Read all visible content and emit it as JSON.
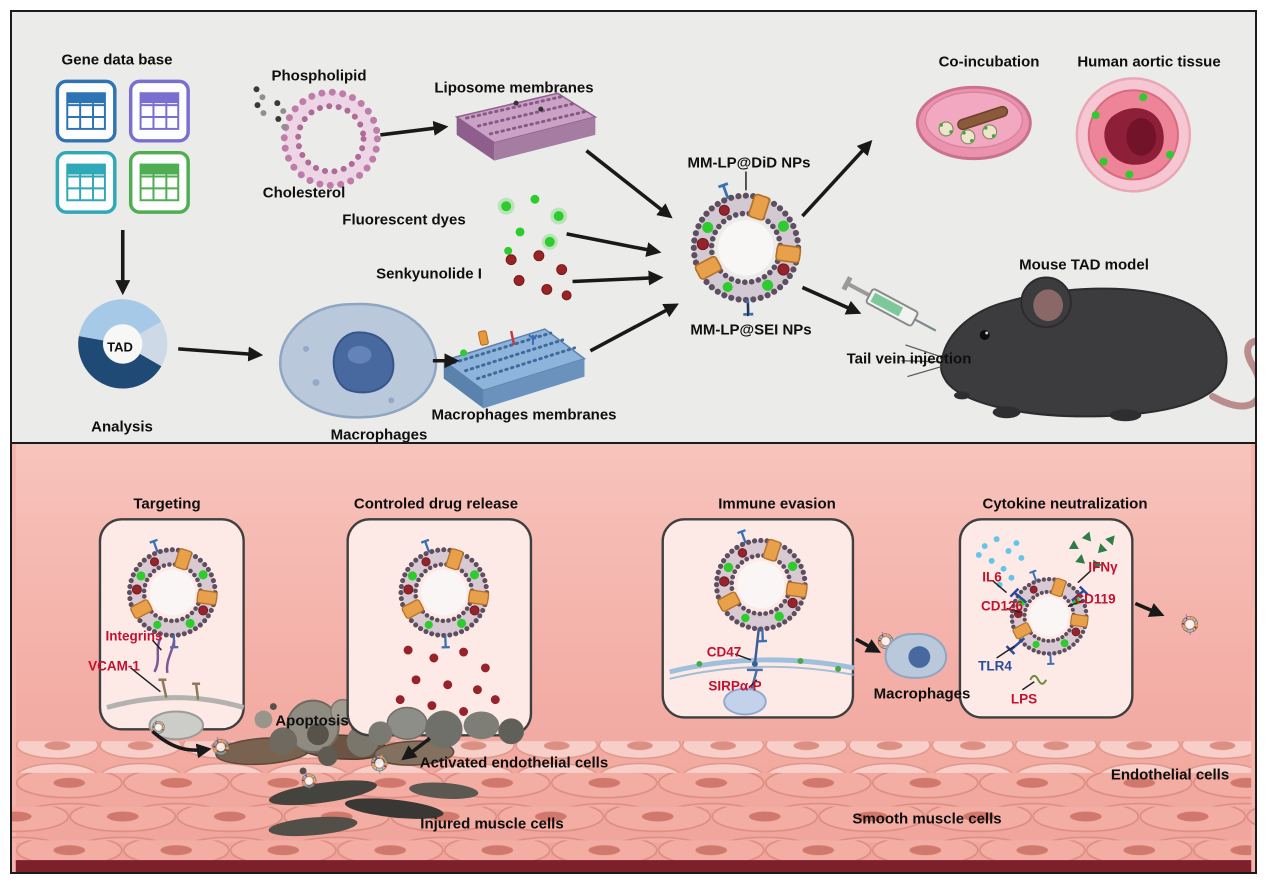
{
  "top": {
    "gene_database": "Gene data base",
    "analysis": "Analysis",
    "tad": "TAD",
    "macrophages": "Macrophages",
    "macrophages_membranes": "Macrophages membranes",
    "phospholipid": "Phospholipid",
    "cholesterol": "Cholesterol",
    "liposome_membranes": "Liposome membranes",
    "fluorescent_dyes": "Fluorescent dyes",
    "senkyunolide": "Senkyunolide I",
    "np_did": "MM-LP@DiD NPs",
    "np_sei": "MM-LP@SEI NPs",
    "co_incubation": "Co-incubation",
    "human_aortic_tissue": "Human aortic tissue",
    "mouse_tad_model": "Mouse TAD model",
    "tail_vein_injection": "Tail vein injection"
  },
  "bottom": {
    "targeting": "Targeting",
    "controlled_drug_release": "Controled drug release",
    "immune_evasion": "Immune evasion",
    "cytokine_neutralization": "Cytokine neutralization",
    "integrins": "Integrins",
    "vcam1": "VCAM-1",
    "apoptosis": "Apoptosis",
    "activated_endothelial_cells": "Activated endothelial cells",
    "injured_muscle_cells": "Injured muscle cells",
    "cd47": "CD47",
    "sirpa_p": "SIRPα-P",
    "macrophages": "Macrophages",
    "il6": "IL6",
    "cd126": "CD126",
    "ifn_gamma": "IFNγ",
    "cd119": "CD119",
    "tlr4": "TLR4",
    "lps": "LPS",
    "endothelial_cells": "Endothelial cells",
    "smooth_muscle_cells": "Smooth muscle cells"
  },
  "colors": {
    "top_panel_bg": "#ebebe9",
    "bottom_panel_bg": "#f4b3ab",
    "red_label": "#c31230",
    "blue_label": "#2b4a9b",
    "border": "#1c1c1c"
  }
}
